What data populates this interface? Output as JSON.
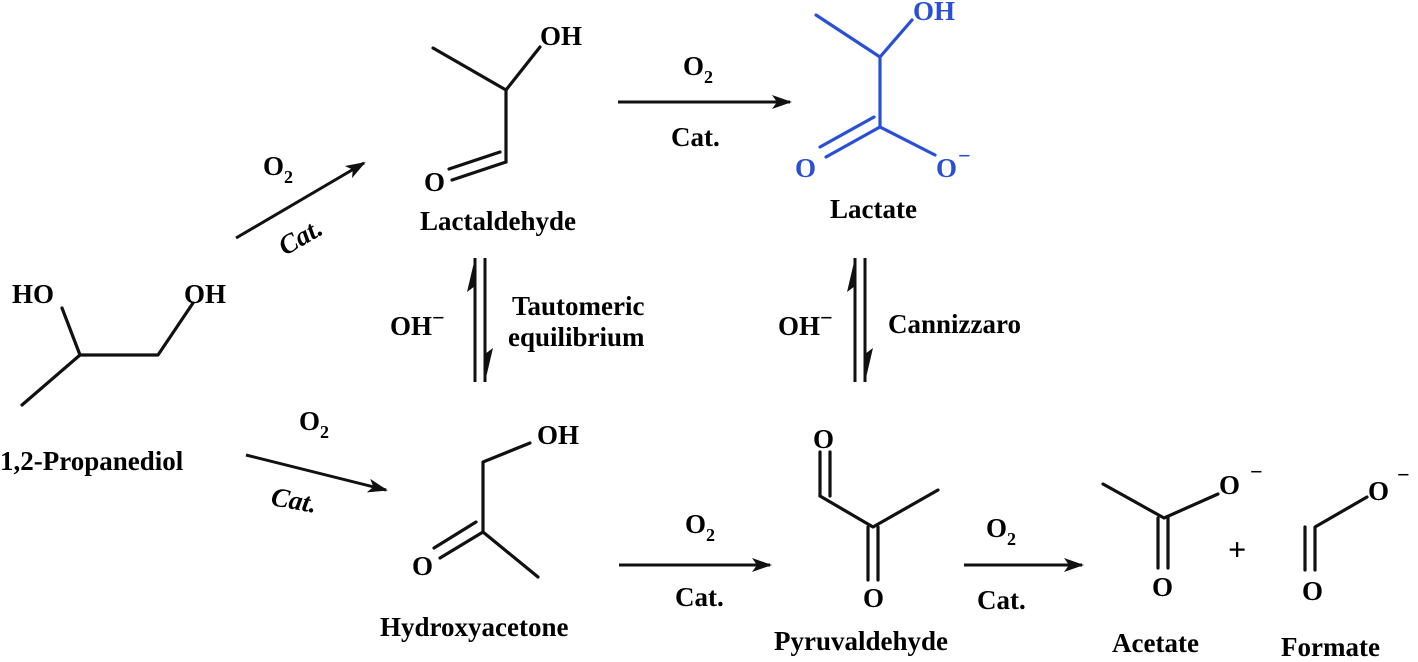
{
  "compounds": {
    "propanediol": {
      "name": "1,2-Propanediol",
      "atoms": {
        "oh_left": "HO",
        "oh_right": "OH"
      }
    },
    "lactaldehyde": {
      "name": "Lactaldehyde",
      "atoms": {
        "oh": "OH",
        "o": "O"
      }
    },
    "lactate": {
      "name": "Lactate",
      "atoms": {
        "oh": "OH",
        "o": "O",
        "o_minus": "O",
        "charge": "−"
      },
      "color": "#2a4fd6"
    },
    "hydroxyacetone": {
      "name": "Hydroxyacetone",
      "atoms": {
        "oh": "OH",
        "o": "O"
      }
    },
    "pyruvaldehyde": {
      "name": "Pyruvaldehyde",
      "atoms": {
        "o_top": "O",
        "o_bottom": "O"
      }
    },
    "acetate": {
      "name": "Acetate",
      "atoms": {
        "o_minus": "O",
        "charge": "−",
        "o": "O"
      }
    },
    "formate": {
      "name": "Formate",
      "atoms": {
        "o_minus": "O",
        "charge": "−",
        "o": "O"
      }
    }
  },
  "reagents": {
    "oxidant": "O",
    "oxidant_subscript": "2",
    "catalyst": "Cat.",
    "base": "OH",
    "base_charge": "−"
  },
  "equilibria": {
    "tautomeric_line1": "Tautomeric",
    "tautomeric_line2": "equilibrium",
    "cannizzaro": "Cannizzaro"
  },
  "plus": "+"
}
